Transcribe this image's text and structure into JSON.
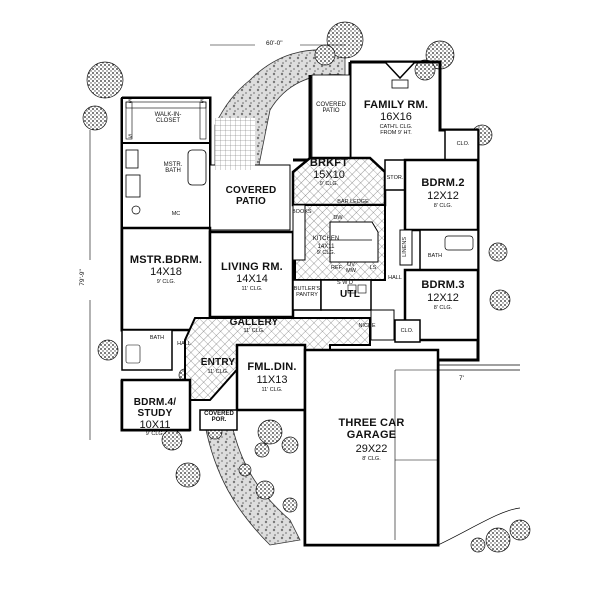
{
  "dimensions": {
    "width": "60'-0\"",
    "depth": "79'-9\"",
    "garage_offset": "7'"
  },
  "rooms": [
    {
      "id": "walk-in-closet",
      "name": "WALK-IN-\nCLOSET"
    },
    {
      "id": "mstr-bath",
      "name": "MSTR.\nBATH"
    },
    {
      "id": "covered-patio-left",
      "name": "COVERED\nPATIO"
    },
    {
      "id": "covered-patio-top",
      "name": "COVERED\nPATIO"
    },
    {
      "id": "family-rm",
      "name": "FAMILY RM.",
      "size": "16X16",
      "note": "CATH'L CLG.\nFROM 9' HT."
    },
    {
      "id": "brkft",
      "name": "BRKFT",
      "size": "15X10",
      "note": "9' CLG."
    },
    {
      "id": "kitchen",
      "name": "KITCHEN",
      "size": "14X11",
      "note": "9' CLG."
    },
    {
      "id": "mstr-bdrm",
      "name": "MSTR.BDRM.",
      "size": "14X18",
      "note": "9' CLG."
    },
    {
      "id": "living-rm",
      "name": "LIVING RM.",
      "size": "14X14",
      "note": "11' CLG."
    },
    {
      "id": "bdrm-2",
      "name": "BDRM.2",
      "size": "12X12",
      "note": "8' CLG."
    },
    {
      "id": "bdrm-3",
      "name": "BDRM.3",
      "size": "12X12",
      "note": "8' CLG."
    },
    {
      "id": "gallery",
      "name": "GALLERY",
      "note": "11' CLG."
    },
    {
      "id": "entry",
      "name": "ENTRY",
      "note": "11' CLG."
    },
    {
      "id": "fml-din",
      "name": "FML.DIN.",
      "size": "11X13",
      "note": "11' CLG."
    },
    {
      "id": "bdrm-4",
      "name": "BDRM.4/\nSTUDY",
      "size": "10X11",
      "note": "9' CLG."
    },
    {
      "id": "covered-por",
      "name": "COVERED\nPOR."
    },
    {
      "id": "garage",
      "name": "THREE CAR\nGARAGE",
      "size": "29X22",
      "note": "8' CLG."
    },
    {
      "id": "utl",
      "name": "UTL"
    },
    {
      "id": "butlers-pantry",
      "name": "BUTLER'S\nPANTRY"
    }
  ],
  "small_labels": {
    "stor": "STOR.",
    "clo_top": "CLO.",
    "clo_bottom": "CLO.",
    "hall_right": "HALL",
    "hall_left": "HALL",
    "linens": "LINENS",
    "bath_right": "BATH",
    "bath_left": "BATH",
    "bar_ledge": "BAR LEDGE",
    "dw": "DW",
    "ref": "REF.",
    "ov_mw": "OV\nMW",
    "ls": "LS",
    "books": "BOOKS",
    "mc": "MC",
    "niche": "NICHE",
    "s_w_d": "S  W  D",
    "s1": "S",
    "s2": "S",
    "s3": "S"
  }
}
